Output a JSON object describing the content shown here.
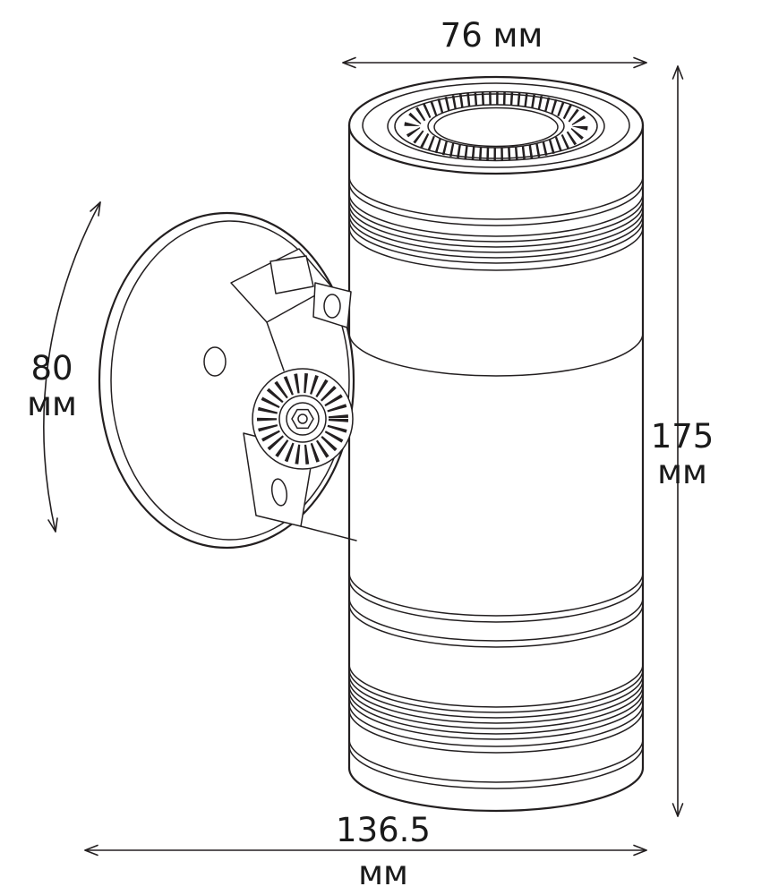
{
  "diagram": {
    "background": "#ffffff",
    "line_color": "#231f20",
    "dimensions": {
      "top_width": {
        "label": "76 мм",
        "value": "76",
        "unit": "мм"
      },
      "plate_diameter": {
        "value": "80",
        "unit": "мм"
      },
      "height": {
        "value": "175",
        "unit": "мм"
      },
      "depth": {
        "value": "136.5",
        "unit": "мм"
      }
    }
  }
}
